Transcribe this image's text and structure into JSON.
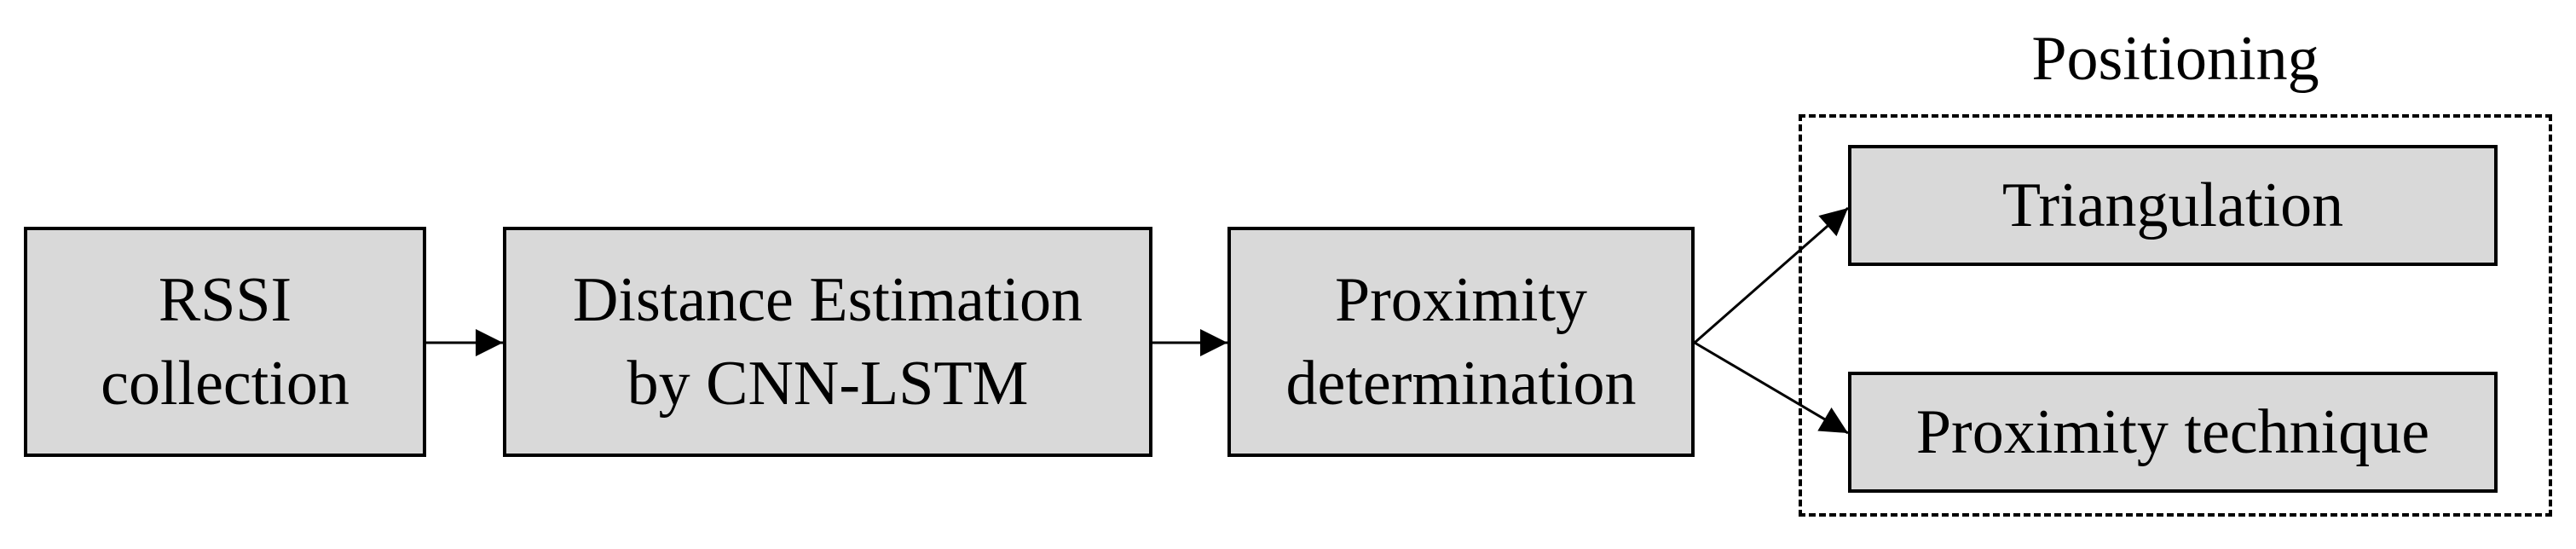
{
  "diagram": {
    "group": {
      "title": "Positioning"
    },
    "nodes": {
      "rssi": {
        "line1": "RSSI",
        "line2": "collection"
      },
      "distance": {
        "line1": "Distance Estimation",
        "line2": "by CNN-LSTM"
      },
      "proximity": {
        "line1": "Proximity",
        "line2": "determination"
      },
      "triangulation": {
        "label": "Triangulation"
      },
      "proximity_technique": {
        "label": "Proximity technique"
      }
    },
    "edges": [
      {
        "from": "rssi",
        "to": "distance"
      },
      {
        "from": "distance",
        "to": "proximity"
      },
      {
        "from": "proximity",
        "to": "triangulation"
      },
      {
        "from": "proximity",
        "to": "proximity_technique"
      }
    ],
    "colors": {
      "box_fill": "#d9d9d9",
      "stroke": "#000000",
      "background": "#ffffff"
    }
  }
}
